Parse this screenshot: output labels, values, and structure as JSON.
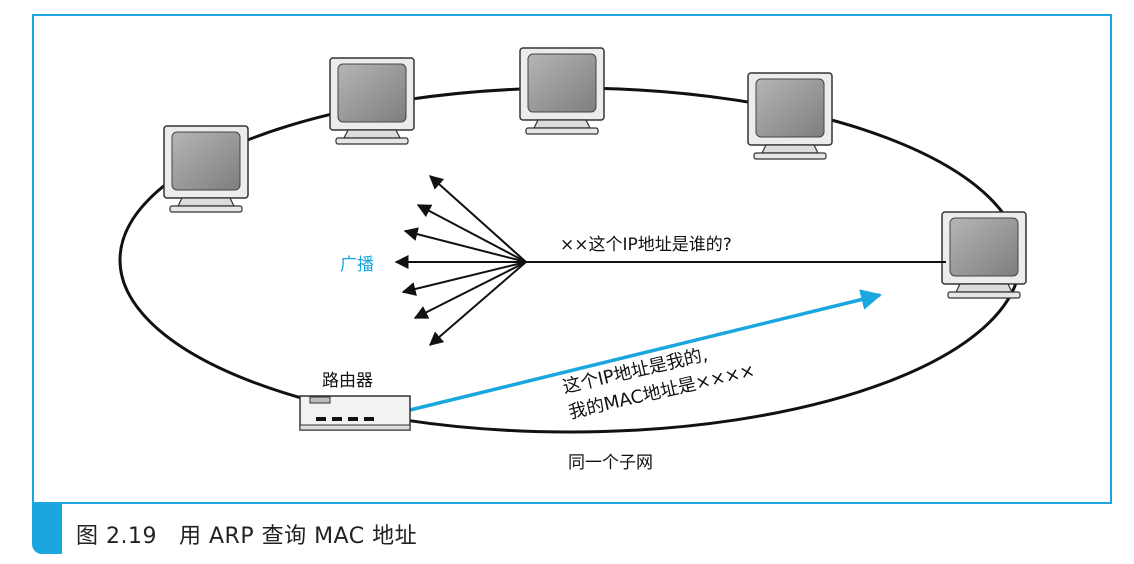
{
  "diagram": {
    "broadcast_label": "广播",
    "question_label": "××这个IP地址是谁的?",
    "reply_line1": "这个IP地址是我的,",
    "reply_line2": "我的MAC地址是××××",
    "router_label": "路由器",
    "subnet_label": "同一个子网"
  },
  "caption": {
    "figure_no": "图 2.19",
    "title": "用 ARP 查询 MAC 地址"
  },
  "colors": {
    "accent": "#1AA7E0",
    "line": "#111111",
    "monitor_screen": "#8f8f8f",
    "monitor_body": "#e4e4e4"
  }
}
